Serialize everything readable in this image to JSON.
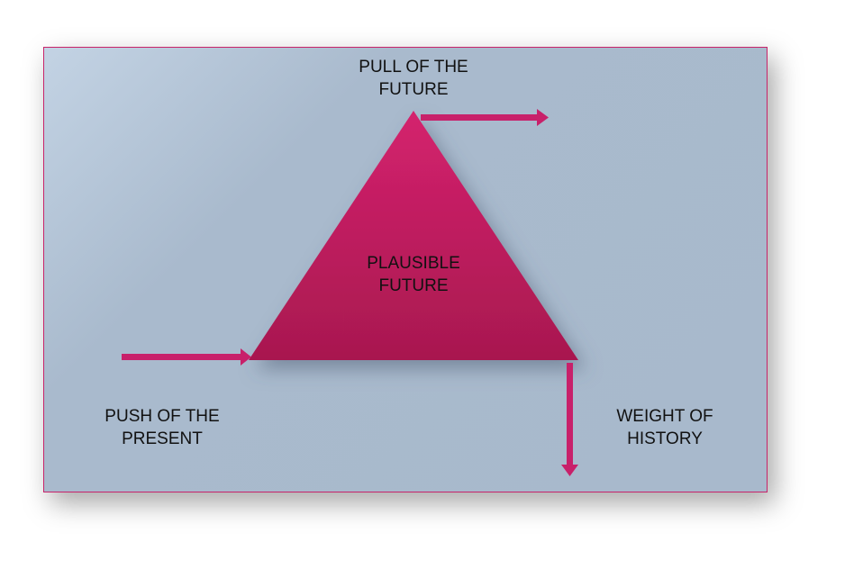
{
  "labels": {
    "top_line1": "PULL OF THE",
    "top_line2": "FUTURE",
    "center_line1": "PLAUSIBLE",
    "center_line2": "FUTURE",
    "left_line1": "PUSH OF THE",
    "left_line2": "PRESENT",
    "right_line1": "WEIGHT OF",
    "right_line2": "HISTORY"
  },
  "colors": {
    "accent": "#c8206a",
    "background": "#a9bacd"
  }
}
